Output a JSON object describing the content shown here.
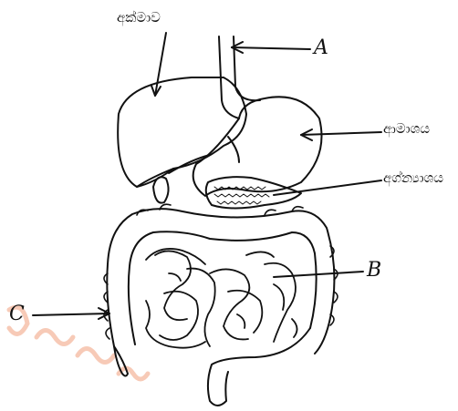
{
  "diagram": {
    "labels": {
      "liver": "අක්මාව",
      "stomach": "ආමාශය",
      "pancreas": "අග්න්‍යාශය"
    },
    "letters": {
      "a": "A",
      "b": "B",
      "c": "C"
    }
  },
  "colors": {
    "ink": "#111111",
    "watermark": "#f4b59a"
  }
}
